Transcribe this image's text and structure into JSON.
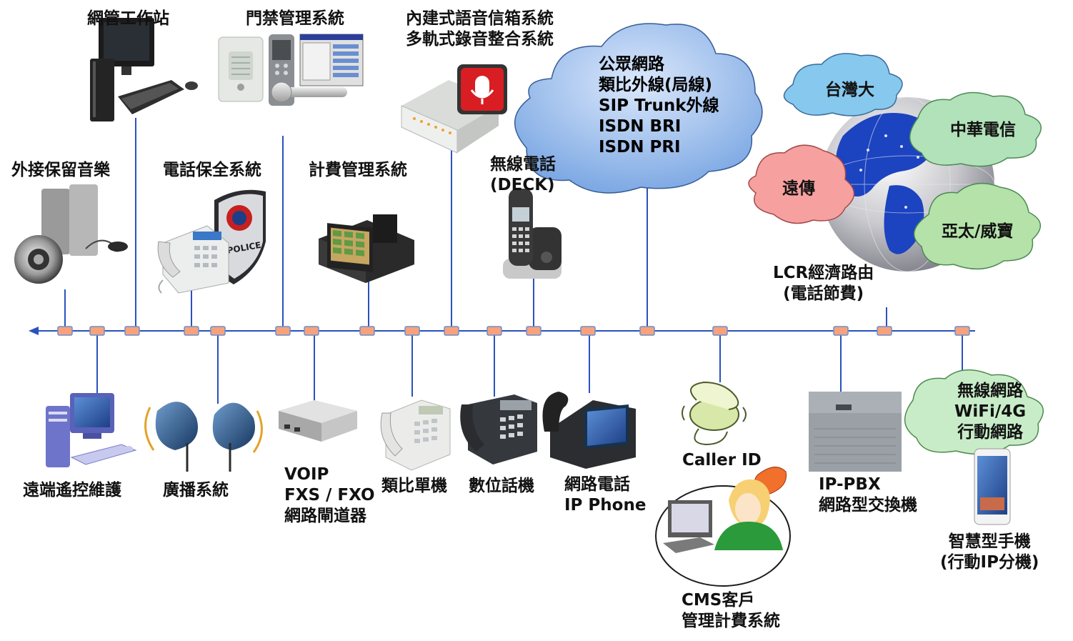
{
  "labels": {
    "nms": "網管工作站",
    "access": "門禁管理系統",
    "voicemail_1": "內建式語音信箱系統",
    "voicemail_2": "多軌式錄音整合系統",
    "moh": "外接保留音樂",
    "security": "電話保全系統",
    "billing": "計費管理系統",
    "dect_1": "無線電話",
    "dect_2": "(DECK)",
    "lcr_1": "LCR經濟路由",
    "lcr_2": "(電話節費)",
    "remote": "遠端遙控維護",
    "broadcast": "廣播系統",
    "voip_1": "VOIP",
    "voip_2": "FXS / FXO",
    "voip_3": "網路閘道器",
    "analog": "類比單機",
    "digital": "數位話機",
    "ipphone_1": "網路電話",
    "ipphone_2": "IP Phone",
    "callerid": "Caller ID",
    "cms_1": "CMS客戶",
    "cms_2": "管理計費系統",
    "ippbx_1": "IP-PBX",
    "ippbx_2": "網路型交換機",
    "smart_1": "智慧型手機",
    "smart_2": "(行動IP分機)"
  },
  "cloud_public": [
    "公眾網路",
    "類比外線(局線)",
    "SIP Trunk外線",
    "ISDN BRI",
    "ISDN PRI"
  ],
  "cloud_wireless": [
    "無線網路",
    "WiFi/4G",
    "行動網路"
  ],
  "carriers": {
    "taiwan": "台灣大",
    "cht": "中華電信",
    "fet": "遠傳",
    "apt": "亞太/威寶"
  },
  "colors": {
    "bus": "#2a52be",
    "node": "#f7a27a",
    "cloud_public": "#6f9fe0",
    "taiwan": "#86c8ee",
    "cht": "#b2e2b9",
    "fet": "#f6a0a0",
    "apt": "#b5e2a9",
    "wireless": "#c8ecc8"
  }
}
